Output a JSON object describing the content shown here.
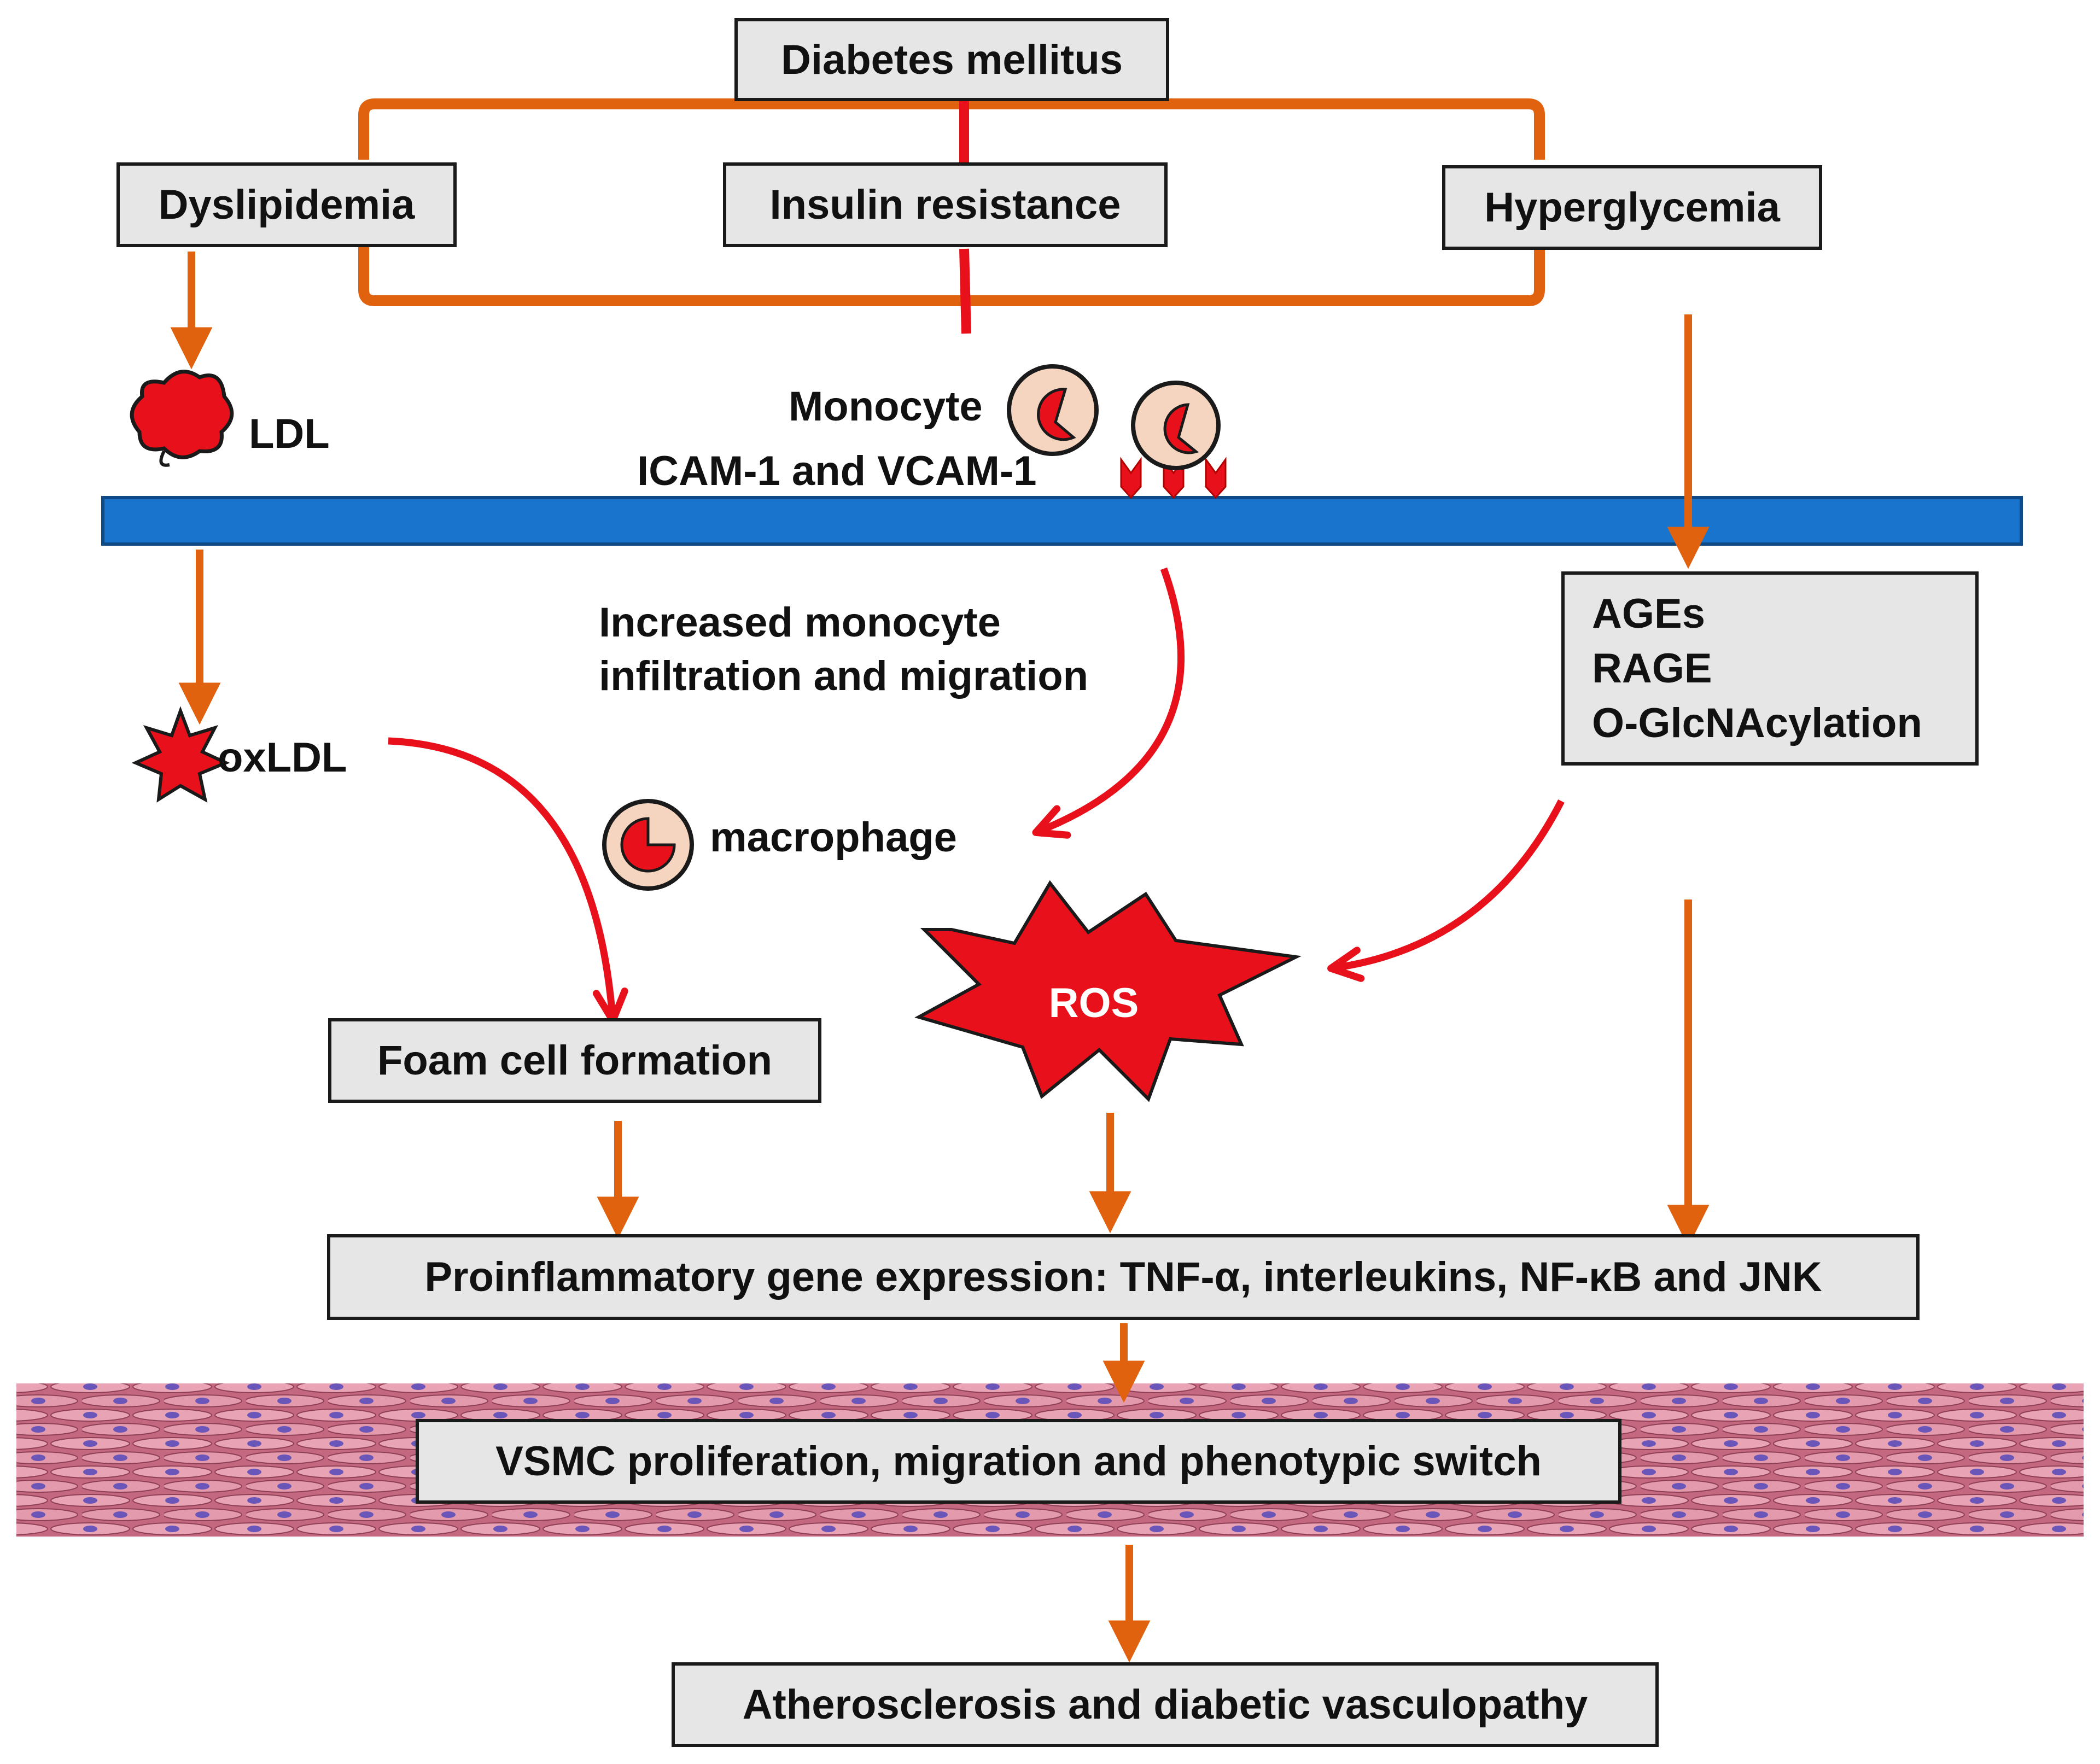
{
  "nodes": {
    "diabetes": "Diabetes mellitus",
    "dyslipidemia": "Dyslipidemia",
    "insulin_resistance": "Insulin resistance",
    "hyperglycemia": "Hyperglycemia",
    "ldl": "LDL",
    "monocyte": "Monocyte",
    "icam_vcam": "ICAM-1 and VCAM-1",
    "infiltration_line1": "Increased monocyte",
    "infiltration_line2": "infiltration and migration",
    "oxldl": "oxLDL",
    "macrophage": "macrophage",
    "ages": "AGEs",
    "rage": "RAGE",
    "oglcnac": "O-GlcNAcylation",
    "ros": "ROS",
    "foam_cell": "Foam cell formation",
    "proinflammatory": "Proinflammatory gene expression: TNF-α, interleukins, NF-κB and JNK",
    "vsmc": "VSMC proliferation, migration and phenotypic switch",
    "outcome": "Atherosclerosis and diabetic vasculopathy"
  },
  "colors": {
    "orange_arrow": "#E0620E",
    "red_arrow": "#E8101A",
    "membrane": "#1874CD",
    "box_fill": "#E6E6E6",
    "ros_fill": "#E8101A",
    "cell_fill": "#F5D5C0",
    "smooth_muscle": "#D9889C",
    "nucleus": "#6A55B8"
  }
}
